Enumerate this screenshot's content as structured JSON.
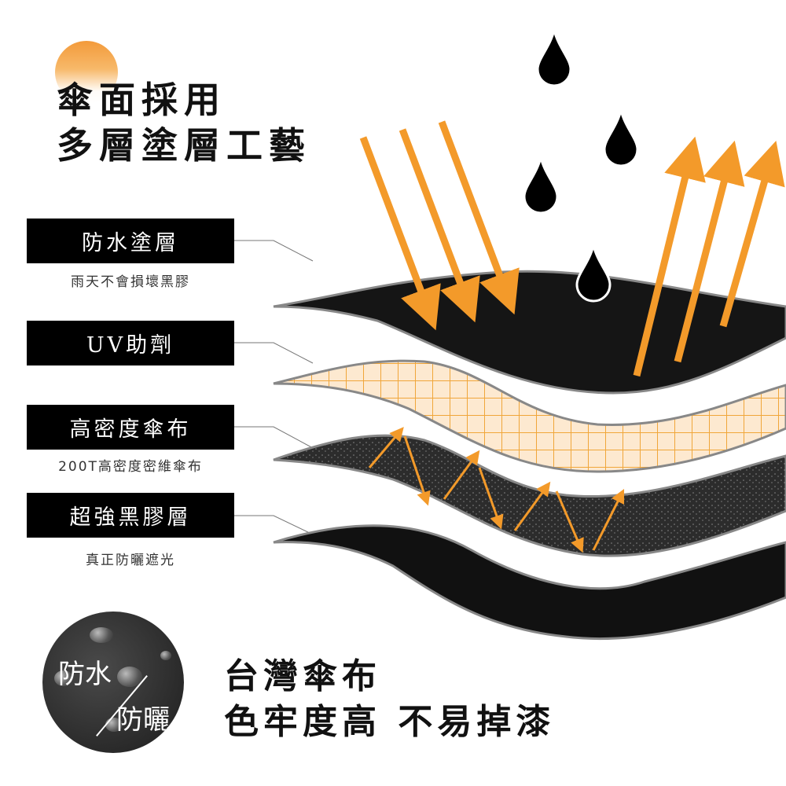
{
  "title": {
    "line1": "傘面採用",
    "line2": "多層塗層工藝"
  },
  "layers": [
    {
      "label": "防水塗層",
      "desc": "雨天不會損壞黑膠"
    },
    {
      "label": "UV助劑",
      "desc": ""
    },
    {
      "label": "高密度傘布",
      "desc": "200T高密度密維傘布"
    },
    {
      "label": "超強黑膠層",
      "desc": "真正防曬遮光"
    }
  ],
  "badge": {
    "text1": "防水",
    "text2": "防曬"
  },
  "bottom": {
    "line1": "台灣傘布",
    "line2": "色牢度高 不易掉漆"
  },
  "colors": {
    "accent": "#f39a2a",
    "dark": "#111111",
    "grid": "#fbe3c4"
  }
}
